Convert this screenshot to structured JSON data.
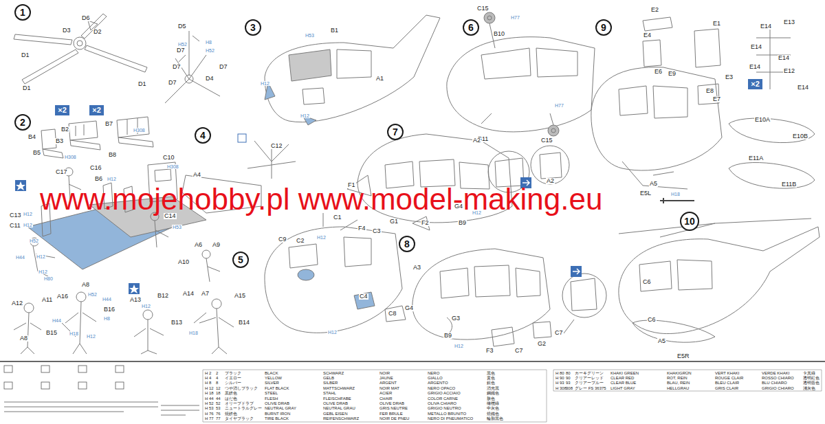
{
  "diagram": {
    "nodes": [
      {
        "text": [
          "1"
        ]
      },
      {
        "text": [
          "2"
        ]
      },
      {
        "text": [
          "×2"
        ]
      },
      {
        "text": [
          "×2"
        ]
      },
      {
        "text": [
          "3"
        ]
      },
      {
        "text": [
          "4"
        ]
      },
      {
        "text": [
          "5"
        ]
      },
      {
        "text": [
          "6"
        ]
      },
      {
        "text": [
          "7"
        ]
      },
      {
        "text": [
          "8"
        ]
      },
      {
        "text": [
          "9"
        ]
      },
      {
        "text": [
          "×2"
        ]
      },
      {
        "text": [
          "10"
        ]
      }
    ],
    "labels": [
      "www.mojehobby.pl www.model-making.eu",
      "D6",
      "D3",
      "D2",
      "D1",
      "D1",
      "D1",
      "D5",
      "H52",
      "H8",
      "D7",
      "H52",
      "D7",
      "D7",
      "D7",
      "D4",
      "B2",
      "B4",
      "B3",
      "B7",
      "B5",
      "H308",
      "H308",
      "B8",
      "C17",
      "C16",
      "C10",
      "H308",
      "A4",
      "C12",
      "B6",
      "H12",
      "C13",
      "C11",
      "H12",
      "H12",
      "C14",
      "H53",
      "H52",
      "H44",
      "H12",
      "H12",
      "H80",
      "A6",
      "A9",
      "A10",
      "A12",
      "A11",
      "A16",
      "A8",
      "H52",
      "H44",
      "B16",
      "H8",
      "H44",
      "B15",
      "A8",
      "H18",
      "H12",
      "A13",
      "B12",
      "H12",
      "B13",
      "A14",
      "A7",
      "A15",
      "H18",
      "B14",
      "H53",
      "B1",
      "A1",
      "H12",
      "H12",
      "C15",
      "H77",
      "B10",
      "B11",
      "C15",
      "H77",
      "A2",
      "A2",
      "F1",
      "F2",
      "G1",
      "B9",
      "G4",
      "H12",
      "A3",
      "G4",
      "G3",
      "B9",
      "H12",
      "F3",
      "C7",
      "G2",
      "C1",
      "F4",
      "C3",
      "C9",
      "C2",
      "H12",
      "C4",
      "C8",
      "H12",
      "E2",
      "E4",
      "E1",
      "E6",
      "E9",
      "E3",
      "E8",
      "E7",
      "E14",
      "E13",
      "E14",
      "E14",
      "E14",
      "E12",
      "E14",
      "E10A",
      "E10B",
      "E11A",
      "E11B",
      "A5",
      "H18",
      "E5L",
      "C6",
      "C6",
      "A5",
      "E5R",
      "C7",
      "H 2",
      "2",
      "ブラック",
      "BLACK",
      "SCHWARZ",
      "NOIR",
      "NERO",
      "黑色",
      "H 4",
      "4",
      "イエロー",
      "YELLOW",
      "GELB",
      "JAUNE",
      "GIALLO",
      "黄色",
      "H 8",
      "8",
      "シルバー",
      "SILVER",
      "SILBER",
      "ARGENT",
      "ARGENTO",
      "銀色",
      "H 12",
      "12",
      "つや消しブラック",
      "FLAT BLACK",
      "MATTSCHWARZ",
      "NOIR MAT",
      "NERO OPACO",
      "消光黑",
      "H 18",
      "18",
      "黒鉄色",
      "STEEL",
      "STAHL",
      "ACIER",
      "GRIGIO ACCIAIO",
      "鋼鐵色",
      "H 44",
      "44",
      "はだ色",
      "FLESH",
      "FLEISCHFABE",
      "CHAIR",
      "COLOR CARNE",
      "肤色",
      "H 52",
      "52",
      "オリーブドラブ",
      "OLIVE DRAB",
      "OLIVE DRAB",
      "OLIVE DRAB",
      "OLIVA CHIARO",
      "橄欖綠",
      "H 53",
      "53",
      "ニュートラルグレー",
      "NEUTRAL GRAY",
      "NEUTRAL GRAU",
      "GRIS NEUTRE",
      "GRIGIO NEUTRO",
      "中灰色",
      "H 76",
      "76",
      "焼鉄色",
      "BURNT IRON",
      "GEBL EISEN",
      "FER BRULE",
      "METALLO BRUNITO",
      "燒鐵色",
      "H 77",
      "77",
      "タイヤブラック",
      "TIRE BLACK",
      "REIFENSCHWARZ",
      "NOIR DE PNEU",
      "NERO DI PNEUMATICO",
      "輪胎黑色",
      "H 80",
      "80",
      "カーキグリーン",
      "KHAKI GREEN",
      "KHAKIGRÜN",
      "VERT KHAKI",
      "VERDE KHAKI",
      "卡其綠",
      "H 90",
      "90",
      "クリアーレッド",
      "CLEAR RED",
      "ROT, REIN",
      "ROUGE CLAIR",
      "ROSSO CHIARO",
      "透明紅色",
      "H 93",
      "93",
      "クリアーブルー",
      "CLEAR BLUE",
      "BLAU, REIN",
      "BLEU CLAIR",
      "BLU CHIARO",
      "透明藍色",
      "H 308",
      "308",
      "グレー FS 36375",
      "LIGHT GRAY",
      "HELLGRAU",
      "GRIS CLAIR",
      "GRIGIO CHIARO",
      "淺灰色"
    ]
  }
}
